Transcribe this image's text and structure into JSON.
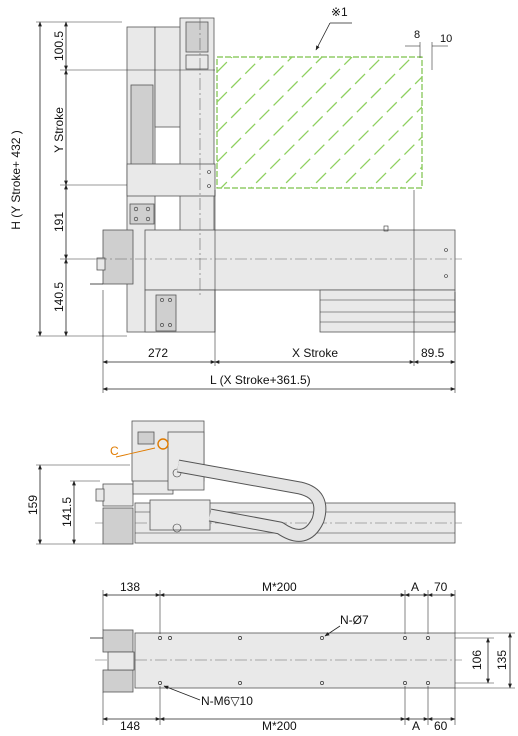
{
  "front_view": {
    "note_mark": "※1",
    "dim_8": "8",
    "dim_10": "10",
    "dim_100_5": "100.5",
    "y_stroke": "Y Stroke",
    "dim_191": "191",
    "dim_140_5": "140.5",
    "h_label": "H (Y Stroke+ 432 )",
    "dim_272": "272",
    "x_stroke": "X Stroke",
    "dim_89_5": "89.5",
    "l_label": "L (X Stroke+361.5)"
  },
  "side_view": {
    "callout_c": "C",
    "dim_159": "159",
    "dim_141_5": "141.5"
  },
  "bottom_view": {
    "dim_138": "138",
    "m200_top": "M*200",
    "a_top": "A",
    "dim_70": "70",
    "hole_n": "N-Ø7",
    "dim_106": "106",
    "dim_135": "135",
    "tap_n": "N-M6▽10",
    "dim_148": "148",
    "m200_bottom": "M*200",
    "a_bottom": "A",
    "dim_60": "60"
  },
  "colors": {
    "stroke_area": "#7cc24a",
    "callout": "#e07b00",
    "line": "#222222"
  }
}
